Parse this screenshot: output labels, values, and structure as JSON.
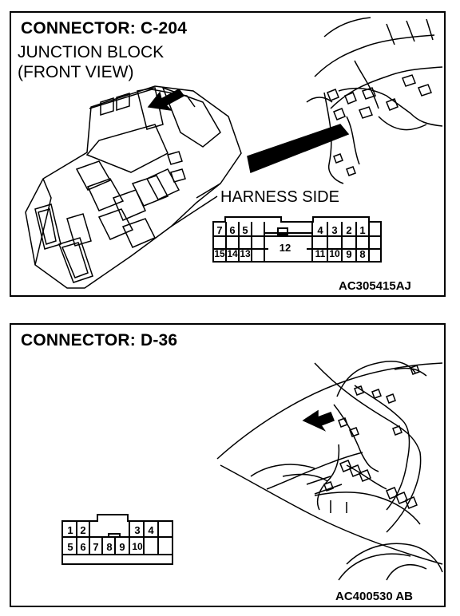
{
  "panel_c204": {
    "title": "CONNECTOR: C-204",
    "subtitle_line1": "JUNCTION BLOCK",
    "subtitle_line2": "(FRONT VIEW)",
    "harness_label": "HARNESS SIDE",
    "code": "AC305415AJ",
    "pins_top": [
      "7",
      "6",
      "5",
      "4",
      "3",
      "2",
      "1"
    ],
    "pins_bottom": [
      "15",
      "14",
      "13",
      "11",
      "10",
      "9",
      "8"
    ],
    "pin_center": "12"
  },
  "panel_d36": {
    "title": "CONNECTOR: D-36",
    "code": "AC400530 AB",
    "pins_top": [
      "1",
      "2",
      "3",
      "4"
    ],
    "pins_bottom": [
      "5",
      "6",
      "7",
      "8",
      "9",
      "10"
    ]
  }
}
